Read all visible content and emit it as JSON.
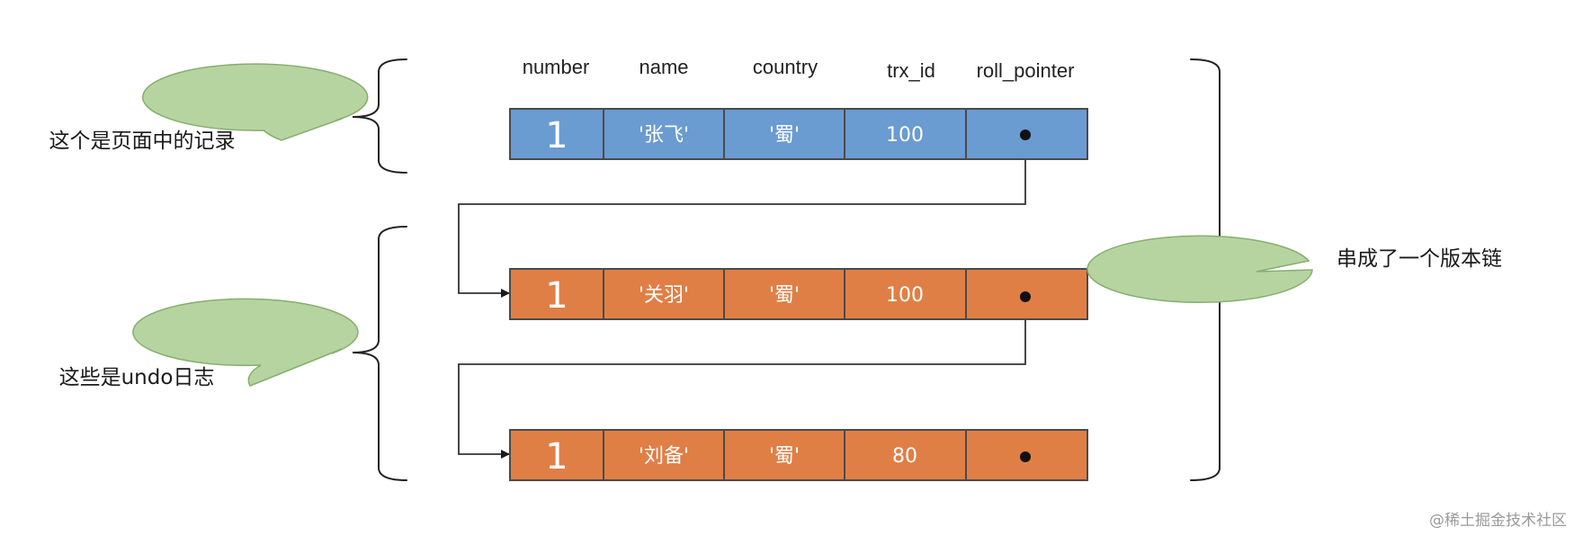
{
  "headers": [
    "number",
    "name",
    "country",
    "trx_id",
    "roll_pointer"
  ],
  "rows": [
    {
      "kind": "page-record",
      "color": "#6a9bd1",
      "number": "1",
      "name": "'张飞'",
      "country": "'蜀'",
      "trx_id": "100"
    },
    {
      "kind": "undo-log",
      "color": "#e07f45",
      "number": "1",
      "name": "'关羽'",
      "country": "'蜀'",
      "trx_id": "100"
    },
    {
      "kind": "undo-log",
      "color": "#e07f45",
      "number": "1",
      "name": "'刘备'",
      "country": "'蜀'",
      "trx_id": "80"
    }
  ],
  "callouts": {
    "page_record": "这个是页面中的记录",
    "undo_logs": "这些是undo日志",
    "version_chain": "串成了一个版本链"
  },
  "colors": {
    "bubble_fill": "#b6d4a0",
    "bubble_stroke": "#86ae6f",
    "line": "#333333",
    "cell_border": "#4a4a4a"
  },
  "watermark": "@稀土掘金技术社区"
}
